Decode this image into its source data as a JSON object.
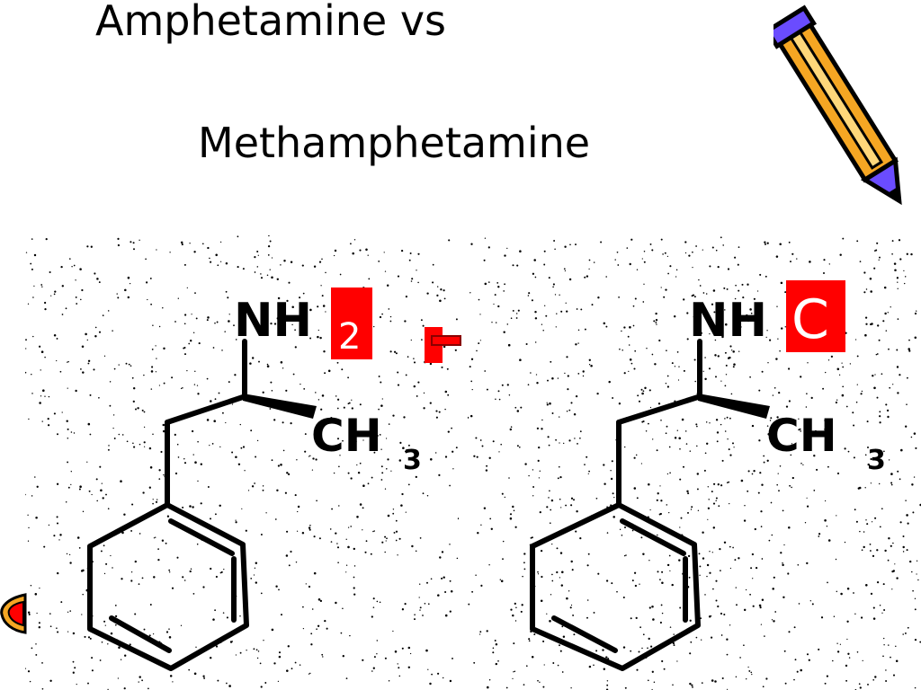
{
  "slide": {
    "title_line1": "Amphetamine vs",
    "title_line2": "Methamphetamine"
  },
  "molecules": [
    {
      "id": "amphetamine",
      "amine_text": "NH",
      "highlight_text": "2",
      "methyl_text": "CH",
      "methyl_subscript": "3"
    },
    {
      "id": "methamphetamine",
      "amine_text": "NH",
      "highlight_text": "C",
      "methyl_text": "CH",
      "methyl_subscript": "3"
    }
  ],
  "colors": {
    "highlight": "#ff0000",
    "text": "#000000",
    "pencil_body": "#f5a623",
    "pencil_accent": "#6a4cff"
  },
  "icons": [
    "pencil-icon",
    "edge-arrow-icon",
    "slide-marker-icon"
  ]
}
